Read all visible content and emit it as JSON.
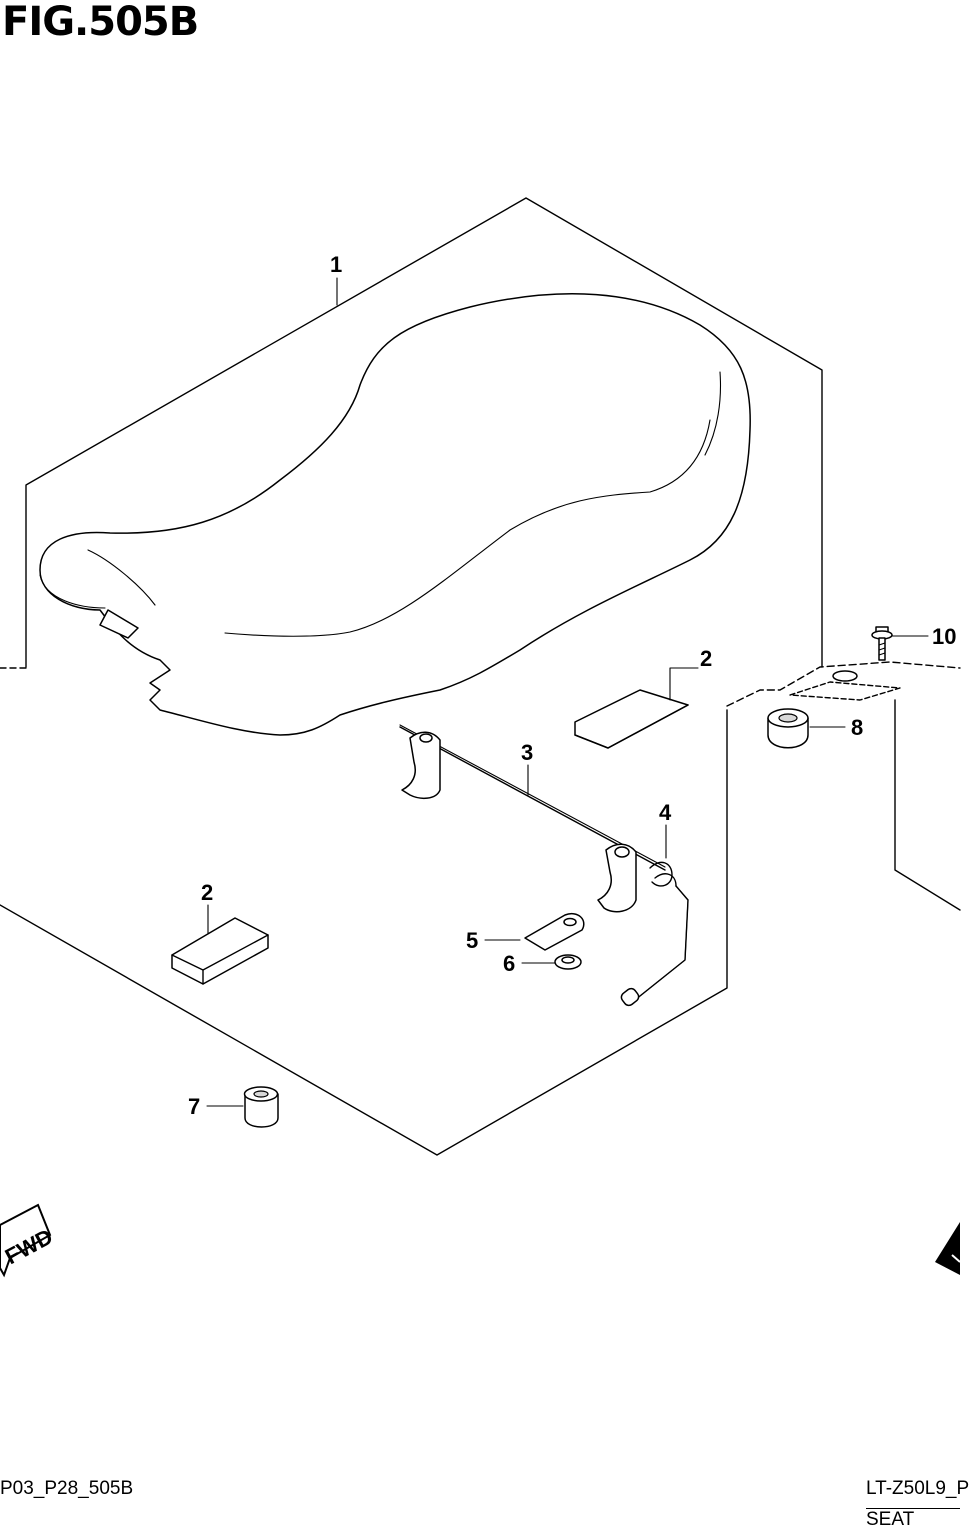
{
  "figure": {
    "title": "FIG.505B",
    "fwd_label": "FWD",
    "code_left": "P03_P28_505B",
    "code_right": "LT-Z50L9_P",
    "caption": "SEAT"
  },
  "callouts": [
    {
      "id": "1",
      "label": "1"
    },
    {
      "id": "2a",
      "label": "2"
    },
    {
      "id": "2b",
      "label": "2"
    },
    {
      "id": "3",
      "label": "3"
    },
    {
      "id": "4",
      "label": "4"
    },
    {
      "id": "5",
      "label": "5"
    },
    {
      "id": "6",
      "label": "6"
    },
    {
      "id": "7",
      "label": "7"
    },
    {
      "id": "8",
      "label": "8"
    },
    {
      "id": "10",
      "label": "10"
    }
  ]
}
